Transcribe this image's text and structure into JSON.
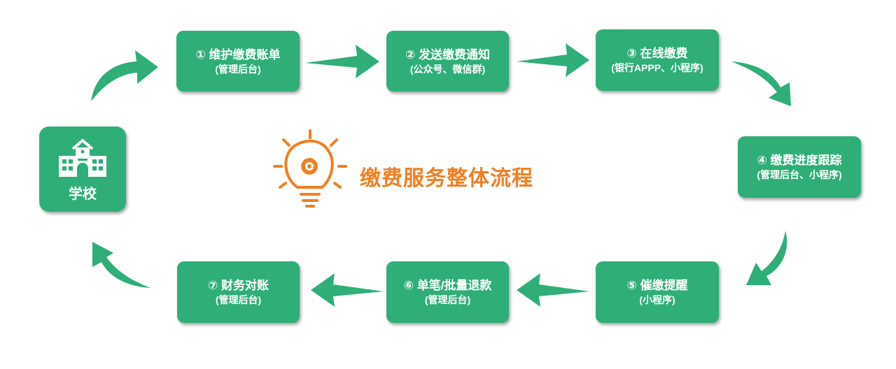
{
  "title": "缴费服务整体流程",
  "colors": {
    "accent": "#2fae78",
    "title": "#f07f22"
  },
  "school": {
    "label": "学校",
    "icon": "school-building-icon"
  },
  "steps": [
    {
      "title": "① 维护缴费账单",
      "sub": "(管理后台)"
    },
    {
      "title": "② 发送缴费通知",
      "sub": "(公众号、微信群)"
    },
    {
      "title": "③ 在线缴费",
      "sub": "(银行APPP、小程序)"
    },
    {
      "title": "④ 缴费进度跟踪",
      "sub": "(管理后台、小程序)"
    },
    {
      "title": "⑤ 催缴提醒",
      "sub": "(小程序)"
    },
    {
      "title": "⑥ 单笔/批量退款",
      "sub": "(管理后台)"
    },
    {
      "title": "⑦ 财务对账",
      "sub": "(管理后台)"
    }
  ]
}
